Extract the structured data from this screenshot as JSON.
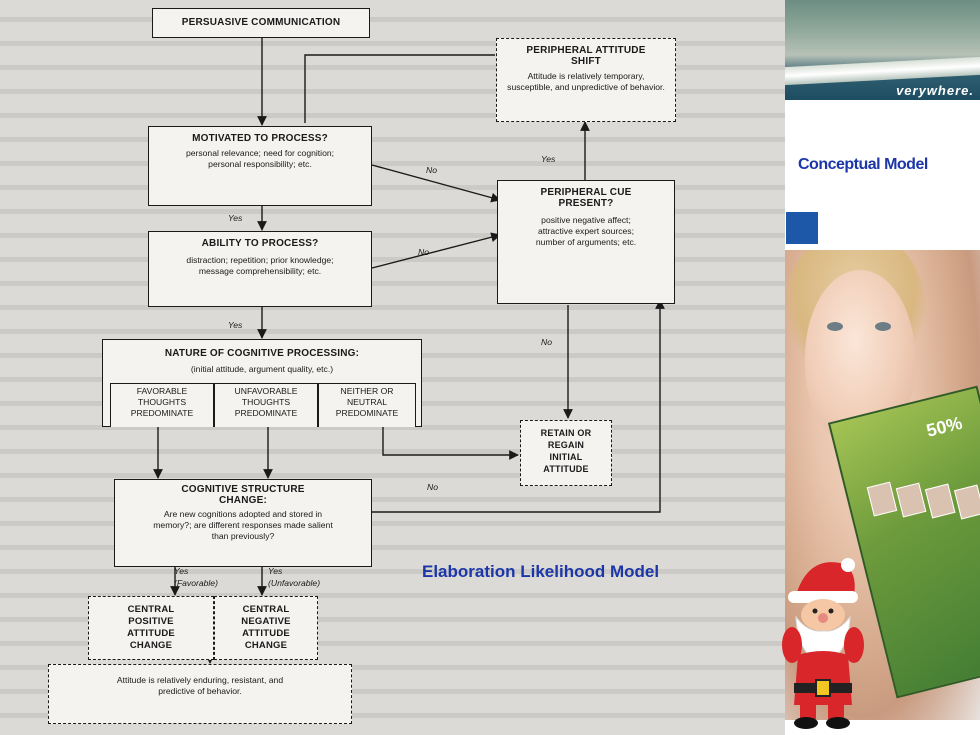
{
  "flowchart": {
    "persuasive": "PERSUASIVE COMMUNICATION",
    "peripheral_shift": {
      "title": "PERIPHERAL ATTITUDE SHIFT",
      "body": "Attitude is relatively temporary, susceptible, and unpredictive of behavior."
    },
    "motivated": {
      "title": "MOTIVATED TO PROCESS?",
      "body": "personal relevance; need for cognition; personal responsibility; etc."
    },
    "peripheral_cue": {
      "title": "PERIPHERAL CUE PRESENT?",
      "body": "positive negative affect; attractive expert sources; number of arguments; etc."
    },
    "ability": {
      "title": "ABILITY TO PROCESS?",
      "body": "distraction; repetition; prior knowledge; message comprehensibility; etc."
    },
    "nature": {
      "title": "NATURE OF COGNITIVE PROCESSING:",
      "body": "(initial attitude, argument quality, etc.)",
      "favorable": "FAVORABLE THOUGHTS PREDOMINATE",
      "unfavorable": "UNFAVORABLE THOUGHTS PREDOMINATE",
      "neither": "NEITHER OR NEUTRAL PREDOMINATE"
    },
    "retain": "RETAIN OR REGAIN INITIAL ATTITUDE",
    "cognitive_change": {
      "title": "COGNITIVE STRUCTURE CHANGE:",
      "body": "Are new cognitions adopted and stored in memory?; are different responses made salient than previously?"
    },
    "central_positive": "CENTRAL POSITIVE ATTITUDE CHANGE",
    "central_negative": "CENTRAL NEGATIVE ATTITUDE CHANGE",
    "enduring": "Attitude is relatively enduring, resistant, and predictive of behavior.",
    "labels": {
      "yes": "Yes",
      "no": "No",
      "favorable": "(Favorable)",
      "unfavorable": "(Unfavorable)"
    }
  },
  "slide": {
    "banner_word": "verywhere.",
    "conceptual_model": "Conceptual Model",
    "elm_title": "Elaboration Likelihood Model",
    "brochure_percent": "50%"
  },
  "colors": {
    "accent_blue": "#1b36a8",
    "square_blue": "#1d57a8",
    "paper": "#dcdad6"
  }
}
